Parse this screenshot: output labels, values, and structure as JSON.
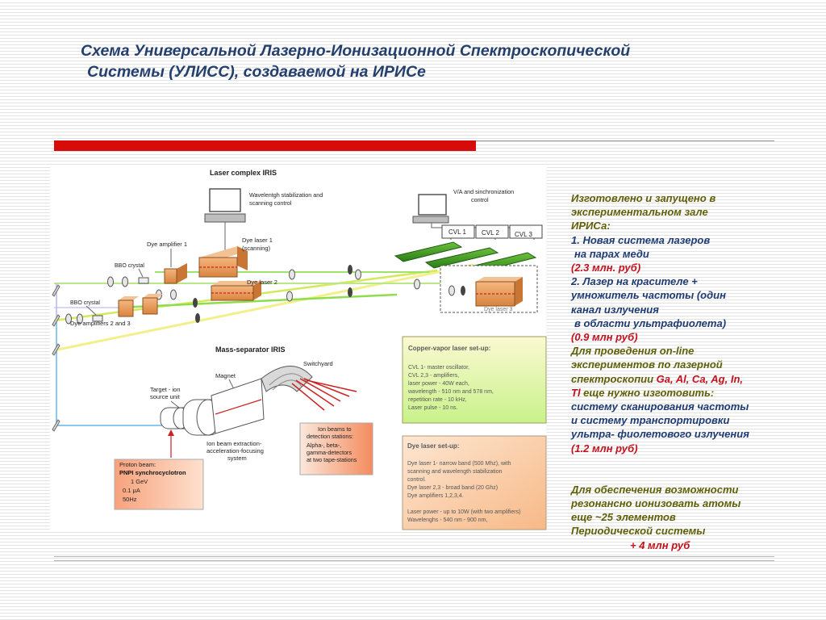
{
  "title": {
    "line1": "Схема Универсальной Лазерно-Ионизационной Спектроскопической",
    "line2": "Системы (УЛИСС), создаваемой на ИРИСе"
  },
  "diagram": {
    "laser_complex_title": "Laser complex  IRIS",
    "wavelength_control": [
      "Wavelentgh stabilization and",
      "scanning control"
    ],
    "va_sync": [
      "V/A and sinchronization",
      "control"
    ],
    "cvl1": "CVL 1",
    "cvl2": "CVL 2",
    "cvl3": "CVL 3",
    "dye_amp1": "Dye amplifier 1",
    "dye_laser1": [
      "Dye laser 1",
      "(scanning)"
    ],
    "bbo1": "BBO crystal",
    "dye_laser2": "Dye laser 2",
    "bbo2": "BBO crystal",
    "dye_amps23": "Dye amplifiers 2 and 3",
    "dye_laser3": "Dye laser 3",
    "mass_sep_title": "Mass-separator IRIS",
    "magnet": "Magnet",
    "switchyard": "Switchyard",
    "target": [
      "Target - ion",
      "source unit"
    ],
    "extraction": [
      "Ion beam extraction-",
      "acceleration-focusing",
      "system"
    ],
    "ion_beams": [
      "Ion beams to",
      "detection stations:",
      "Alpha-, beta-,",
      "gamma-detectors",
      "at  two tape-stations"
    ],
    "proton_beam": [
      "Proton beam:",
      "PNPI synchrocyclotron",
      "1 GeV",
      "0.1 μA",
      "50Hz"
    ],
    "cv_setup_title": "Copper-vapor laser set-up:",
    "cv_setup_lines": [
      "CVL 1- master oscillator,",
      "CVL 2,3 - amplifiers,",
      "laser power - 40W each,",
      "wavelength - 510 nm and 578 nm,",
      "repetition rate - 10 kHz,",
      "Laser pulse - 10 ns."
    ],
    "dye_setup_title": "Dye laser set-up:",
    "dye_setup_lines": [
      "Dye laser 1- narrow band (500 Mhz), with",
      "scanning and wavelength stabilization",
      "control.",
      "Dye laser 2,3 - broad band (20 Ghz)",
      "Dye amplifiers 1,2,3,4.",
      "",
      "Laser power - up to 10W (with two amplifiers)",
      "Wavelenghs - 540 nm - 900 nm,"
    ]
  },
  "info": {
    "l1": "Изготовлено и запущено в",
    "l2": "экспериментальном зале",
    "l3": "ИРИСа:",
    "l4": "1. Новая система лазеров",
    "l5": " на парах меди",
    "l6": "(2.3 млн. руб)",
    "l7": "2. Лазер на красителе +",
    "l8": "умножитель частоты (один",
    "l9": "канал излучения",
    "l10": " в области ультрафиолета)",
    "l11": "(0.9 млн руб)",
    "l12": "Для проведения on-line",
    "l13": "экспериментов по лазерной",
    "l14a": "спектроскопии ",
    "l14b": "Ga, Al, Ca, Ag, In,",
    "l15a": "Tl",
    "l15b": "  еще нужно изготовить:",
    "l16": "систему сканирования частоты",
    "l17": "и систему транспортировки",
    "l18": "ультра- фиолетового излучения",
    "l19": "(1.2 млн руб)",
    "l20": "Для обеспечения возможности",
    "l21": "резонансно ионизовать атомы",
    "l22": "еще ~25 элементов",
    "l23": "Периодической системы",
    "l24": "+ 4 млн руб"
  }
}
